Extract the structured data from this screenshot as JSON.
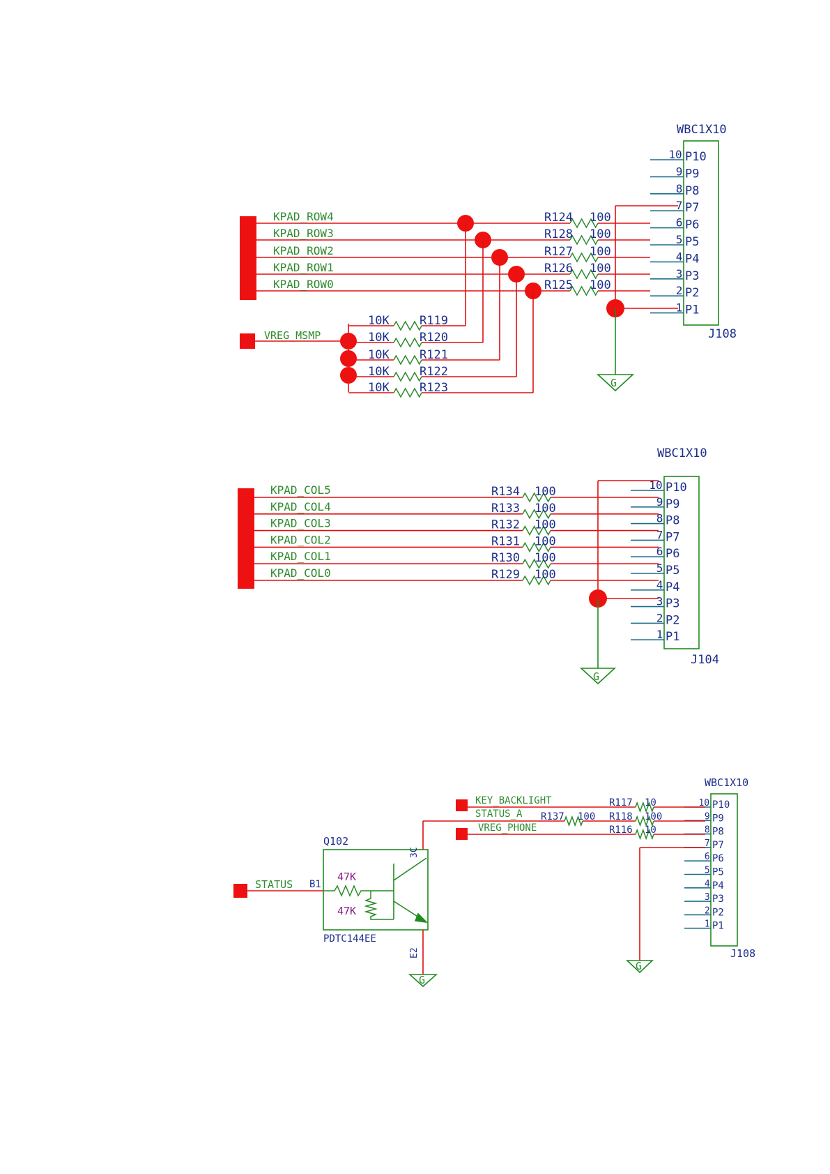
{
  "colors": {
    "wire": "#e01010",
    "body": "#1f8a1f",
    "netlabel": "#2e8b2e",
    "refdes": "#1d2f8c",
    "value47k": "#8a1d8a",
    "junction": "#ee1111"
  },
  "ground_label": "G",
  "row_section": {
    "connector_type": "WBC1X10",
    "connector_ref": "J108",
    "pin_names": [
      "P10",
      "P9",
      "P8",
      "P7",
      "P6",
      "P5",
      "P4",
      "P3",
      "P2",
      "P1"
    ],
    "pin_numbers": [
      "10",
      "9",
      "8",
      "7",
      "6",
      "5",
      "4",
      "3",
      "2",
      "1"
    ],
    "nets": [
      "KPAD_ROW4",
      "KPAD_ROW3",
      "KPAD_ROW2",
      "KPAD_ROW1",
      "KPAD_ROW0"
    ],
    "series_resistors": [
      {
        "ref": "R124",
        "value": "100"
      },
      {
        "ref": "R128",
        "value": "100"
      },
      {
        "ref": "R127",
        "value": "100"
      },
      {
        "ref": "R126",
        "value": "100"
      },
      {
        "ref": "R125",
        "value": "100"
      }
    ],
    "pullup_net": "VREG_MSMP",
    "pullup_resistors": [
      {
        "ref": "R119",
        "value": "10K"
      },
      {
        "ref": "R120",
        "value": "10K"
      },
      {
        "ref": "R121",
        "value": "10K"
      },
      {
        "ref": "R122",
        "value": "10K"
      },
      {
        "ref": "R123",
        "value": "10K"
      }
    ]
  },
  "col_section": {
    "connector_type": "WBC1X10",
    "connector_ref": "J104",
    "pin_names": [
      "P10",
      "P9",
      "P8",
      "P7",
      "P6",
      "P5",
      "P4",
      "P3",
      "P2",
      "P1"
    ],
    "pin_numbers": [
      "10",
      "9",
      "8",
      "7",
      "6",
      "5",
      "4",
      "3",
      "2",
      "1"
    ],
    "nets": [
      "KPAD_COL5",
      "KPAD_COL4",
      "KPAD_COL3",
      "KPAD_COL2",
      "KPAD_COL1",
      "KPAD_COL0"
    ],
    "series_resistors": [
      {
        "ref": "R134",
        "value": "100"
      },
      {
        "ref": "R133",
        "value": "100"
      },
      {
        "ref": "R132",
        "value": "100"
      },
      {
        "ref": "R131",
        "value": "100"
      },
      {
        "ref": "R130",
        "value": "100"
      },
      {
        "ref": "R129",
        "value": "100"
      }
    ]
  },
  "backlight_section": {
    "connector_type": "WBC1X10",
    "connector_ref": "J108",
    "pin_names": [
      "P10",
      "P9",
      "P8",
      "P7",
      "P6",
      "P5",
      "P4",
      "P3",
      "P2",
      "P1"
    ],
    "pin_numbers": [
      "10",
      "9",
      "8",
      "7",
      "6",
      "5",
      "4",
      "3",
      "2",
      "1"
    ],
    "nets": [
      "KEY_BACKLIGHT",
      "STATUS_A",
      "VREG_PHONE"
    ],
    "resistors": [
      {
        "ref": "R117",
        "value": "10"
      },
      {
        "ref": "R137",
        "value": "100"
      },
      {
        "ref": "R118",
        "value": "100"
      },
      {
        "ref": "R116",
        "value": "10"
      }
    ],
    "transistor": {
      "ref": "Q102",
      "part": "PDTC144EE",
      "input_net": "STATUS",
      "pin_b": "B1",
      "pin_c": "3C",
      "pin_e": "E2",
      "r1": "47K",
      "r2": "47K"
    }
  }
}
